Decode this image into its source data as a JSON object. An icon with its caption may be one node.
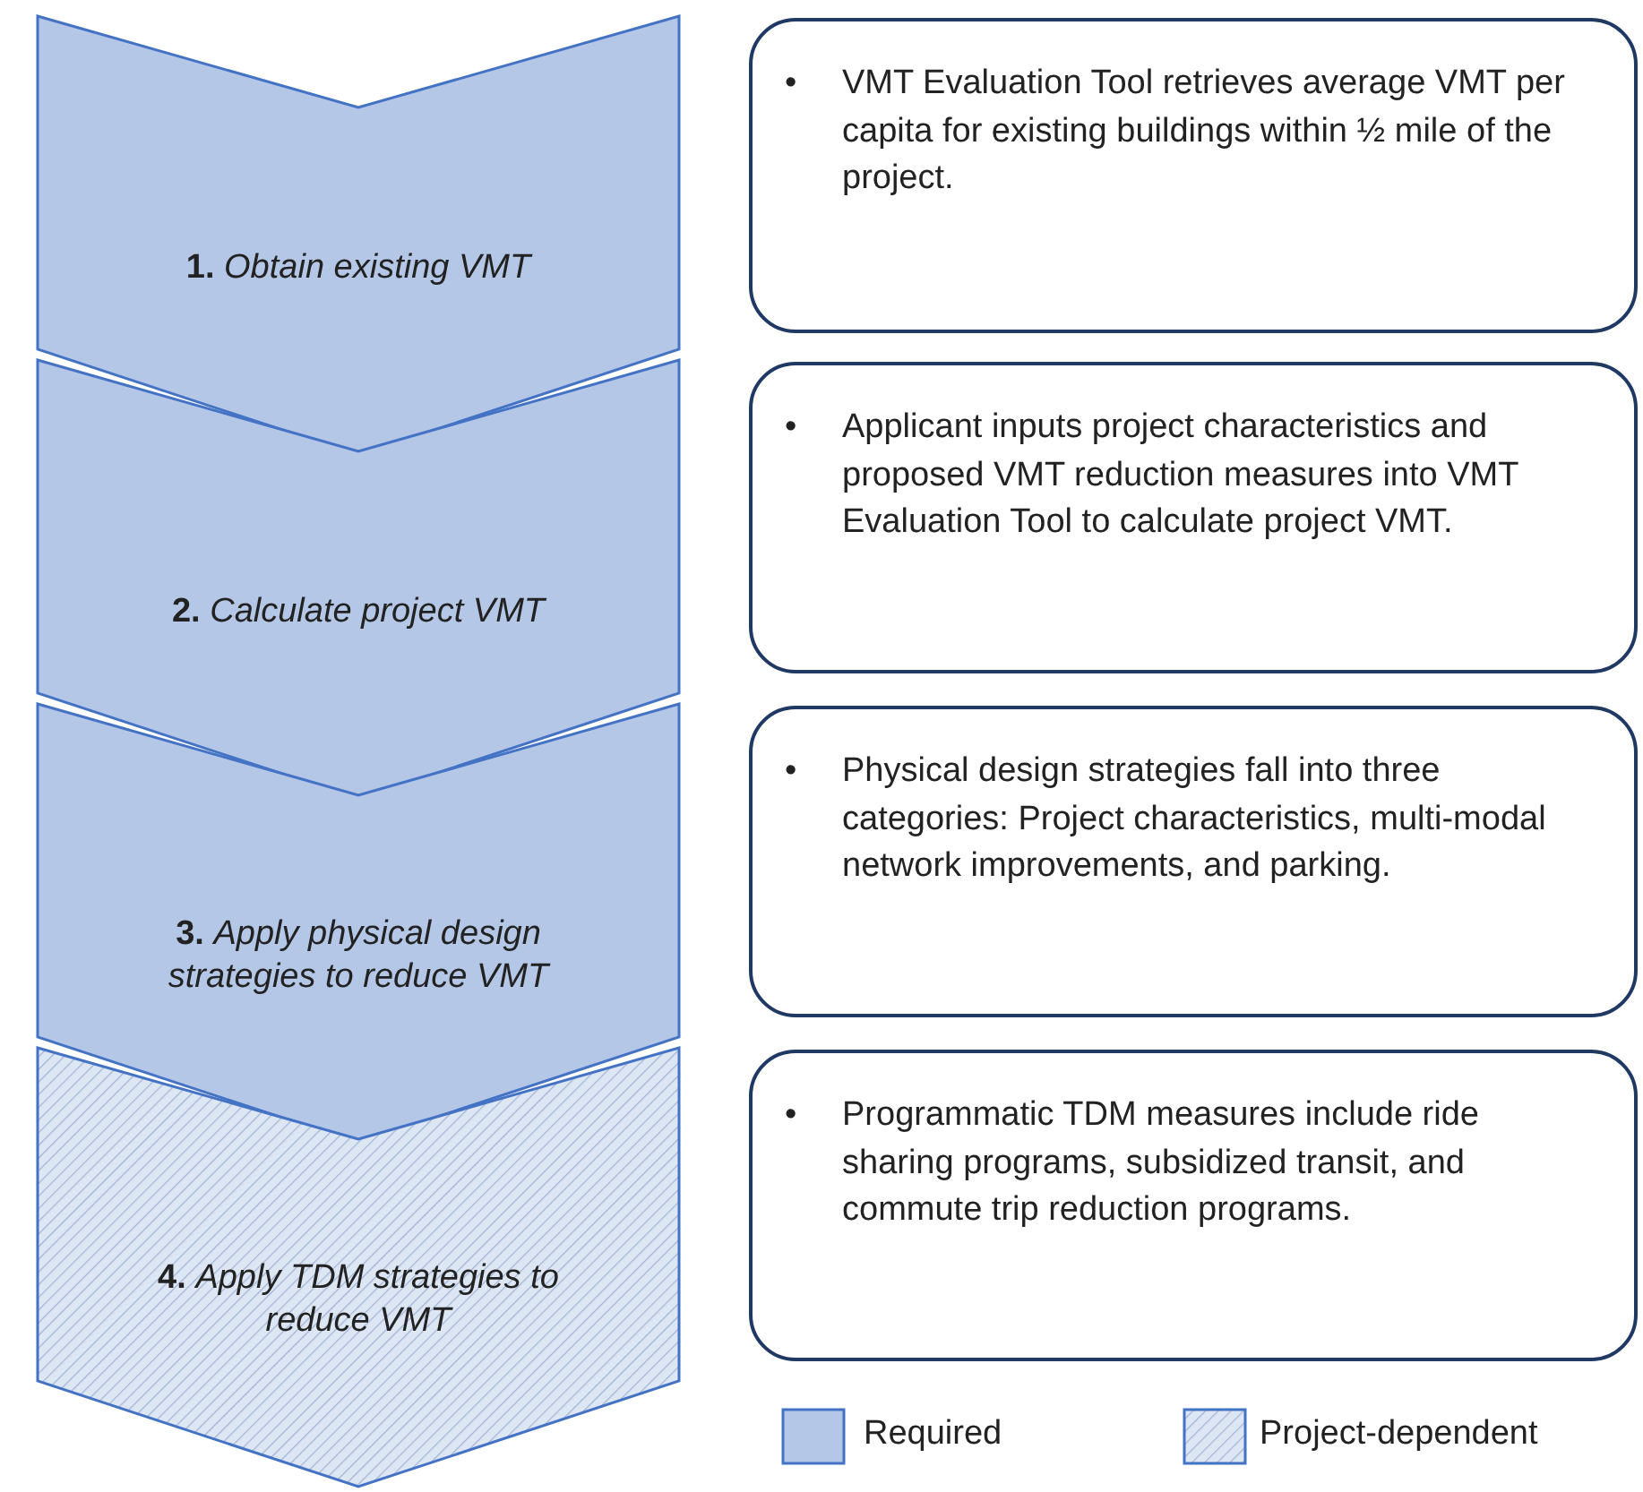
{
  "diagram": {
    "nodes": [
      {
        "text": [
          "**1.** *Obtain existing VMT*"
        ]
      },
      {
        "text": [
          "**2.** *Calculate project VMT*"
        ]
      },
      {
        "text": [
          "**3.** *Apply physical design strategies to reduce VMT*"
        ]
      },
      {
        "text": [
          "**4.** *Apply TDM strategies to reduce VMT*"
        ]
      },
      {
        "text": [
          "•",
          "VMT Evaluation Tool retrieves average VMT per capita for existing buildings within ½ mile of the project."
        ]
      },
      {
        "text": [
          "•",
          "Applicant inputs project characteristics and proposed VMT reduction measures into VMT Evaluation Tool to calculate project VMT."
        ]
      },
      {
        "text": [
          "•",
          "Physical design strategies fall into three categories: Project characteristics, multi-modal network improvements, and parking."
        ]
      },
      {
        "text": [
          "•",
          "Programmatic TDM measures include ride sharing programs, subsidized transit, and commute trip reduction programs."
        ]
      }
    ],
    "legend": [
      {
        "text": "Required",
        "color": "#b4c7e7"
      },
      {
        "text": "Project-dependent"
      }
    ]
  }
}
